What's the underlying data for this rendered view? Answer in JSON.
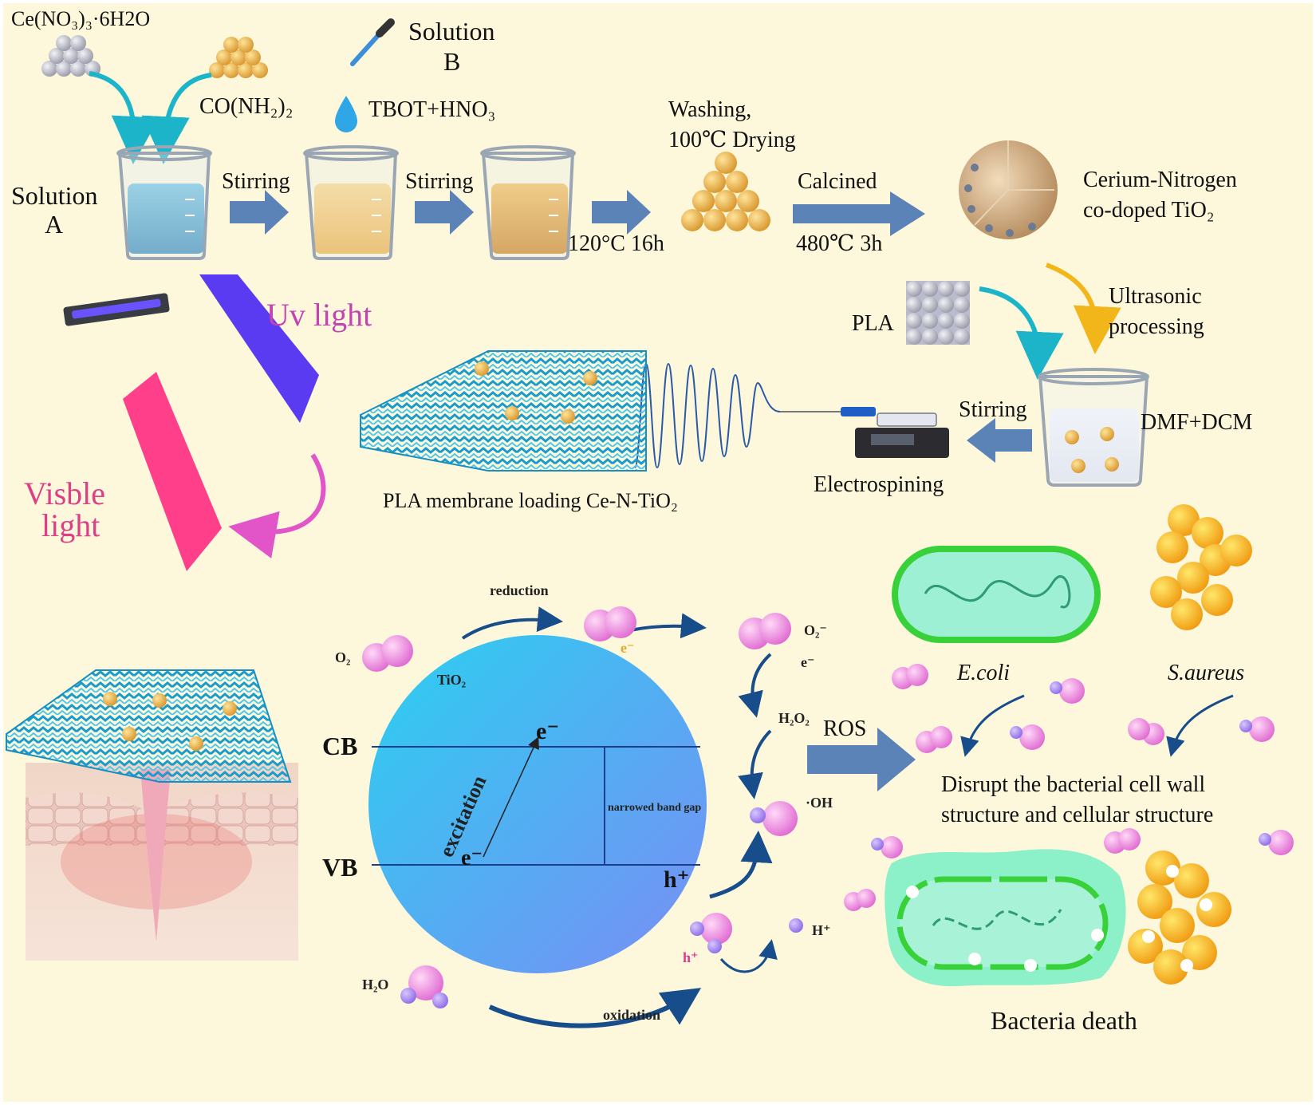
{
  "colors": {
    "background": "#fdf8dc",
    "arrow_blue": "#5b83b8",
    "arrow_teal": "#1bb4c8",
    "arrow_orange": "#f3b61a",
    "uv": "#5a3bf2",
    "visible": "#ff3f8a",
    "curve_pink": "#e255c8",
    "membrane": "#1b9ccc",
    "sphere": "#5ea8f0",
    "bacteria": "#39d139",
    "dark_arrow": "#164d8a"
  },
  "synthesis": {
    "ce_nitrate": "Ce(NO₃)₃·6H2O",
    "urea": "CO(NH₂)₂",
    "solution_a": [
      "Solution",
      "A"
    ],
    "solution_b": [
      "Solution",
      "B"
    ],
    "tbot": "TBOT+HNO₃",
    "stirring1": "Stirring",
    "stirring2": "Stirring",
    "hydrothermal": "120°C 16h",
    "washing": [
      "Washing,",
      "100℃ Drying"
    ],
    "calcined": "Calcined",
    "calcine_temp": "480℃ 3h",
    "product": [
      "Cerium-Nitrogen",
      "co-doped TiO₂"
    ]
  },
  "electrospinning": {
    "pla": "PLA",
    "ultrasonic": [
      "Ultrasonic",
      "processing"
    ],
    "stirring": "Stirring",
    "solvent": "DMF+DCM",
    "electrospinning": "Electrospining",
    "membrane": "PLA membrane loading Ce-N-TiO₂"
  },
  "light": {
    "uv": "Uv light",
    "visible": [
      "Visble",
      "light"
    ]
  },
  "mechanism": {
    "reduction": "reduction",
    "oxidation": "oxidation",
    "tio2": "TiO₂",
    "cb": "CB",
    "vb": "VB",
    "excitation": "excitation",
    "electron": "e⁻",
    "hole": "h⁺",
    "gap": "narrowed band gap",
    "o2": "O₂",
    "h2o": "H₂O",
    "superoxide": "O₂⁻",
    "h2o2": "H₂O₂",
    "ros": "ROS",
    "oh": "·OH",
    "hplus": "H⁺"
  },
  "bacteria": {
    "ecoli": "E.coli",
    "saureus": "S.aureus",
    "disrupt": [
      "Disrupt the bacterial cell wall",
      "structure and cellular structure"
    ],
    "death": "Bacteria death"
  }
}
